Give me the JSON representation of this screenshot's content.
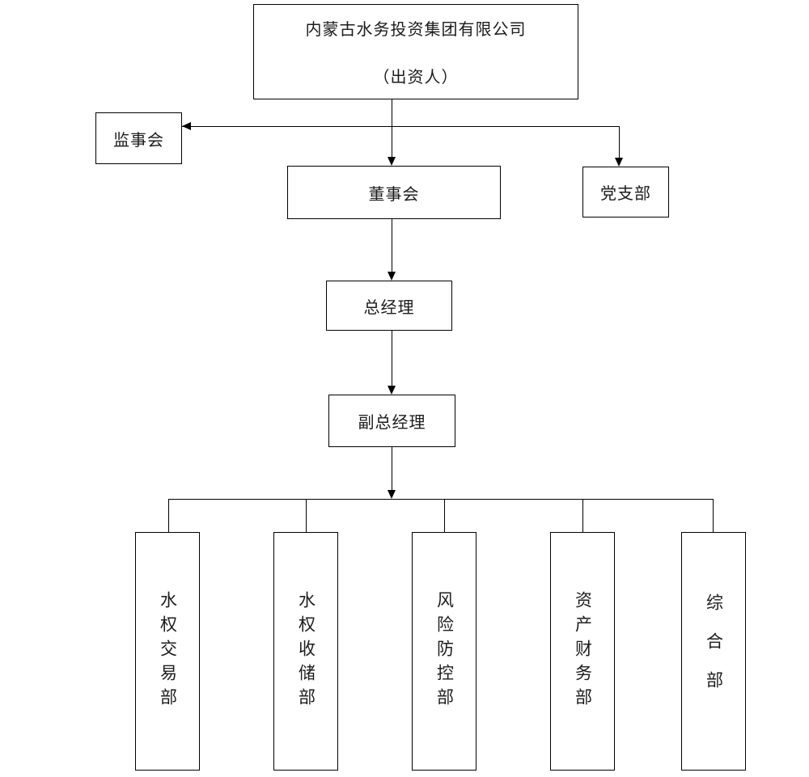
{
  "colors": {
    "line": "#000000",
    "text": "#1c1c1c",
    "background": "#ffffff"
  },
  "nodes": {
    "root_line1": "内蒙古水务投资集团有限公司",
    "root_line2": "（出资人）",
    "supervisory_board": "监事会",
    "board_of_directors": "董事会",
    "party_branch": "党支部",
    "general_manager": "总经理",
    "deputy_general_manager": "副总经理",
    "departments": [
      "水权交易部",
      "水权收储部",
      "风险防控部",
      "资产财务部",
      "综合部"
    ]
  },
  "edges": [
    {
      "from": "内蒙古水务投资集团有限公司（出资人）",
      "to": "监事会"
    },
    {
      "from": "内蒙古水务投资集团有限公司（出资人）",
      "to": "董事会"
    },
    {
      "from": "内蒙古水务投资集团有限公司（出资人）",
      "to": "党支部"
    },
    {
      "from": "董事会",
      "to": "总经理"
    },
    {
      "from": "总经理",
      "to": "副总经理"
    },
    {
      "from": "副总经理",
      "to": "水权交易部"
    },
    {
      "from": "副总经理",
      "to": "水权收储部"
    },
    {
      "from": "副总经理",
      "to": "风险防控部"
    },
    {
      "from": "副总经理",
      "to": "资产财务部"
    },
    {
      "from": "副总经理",
      "to": "综合部"
    }
  ]
}
